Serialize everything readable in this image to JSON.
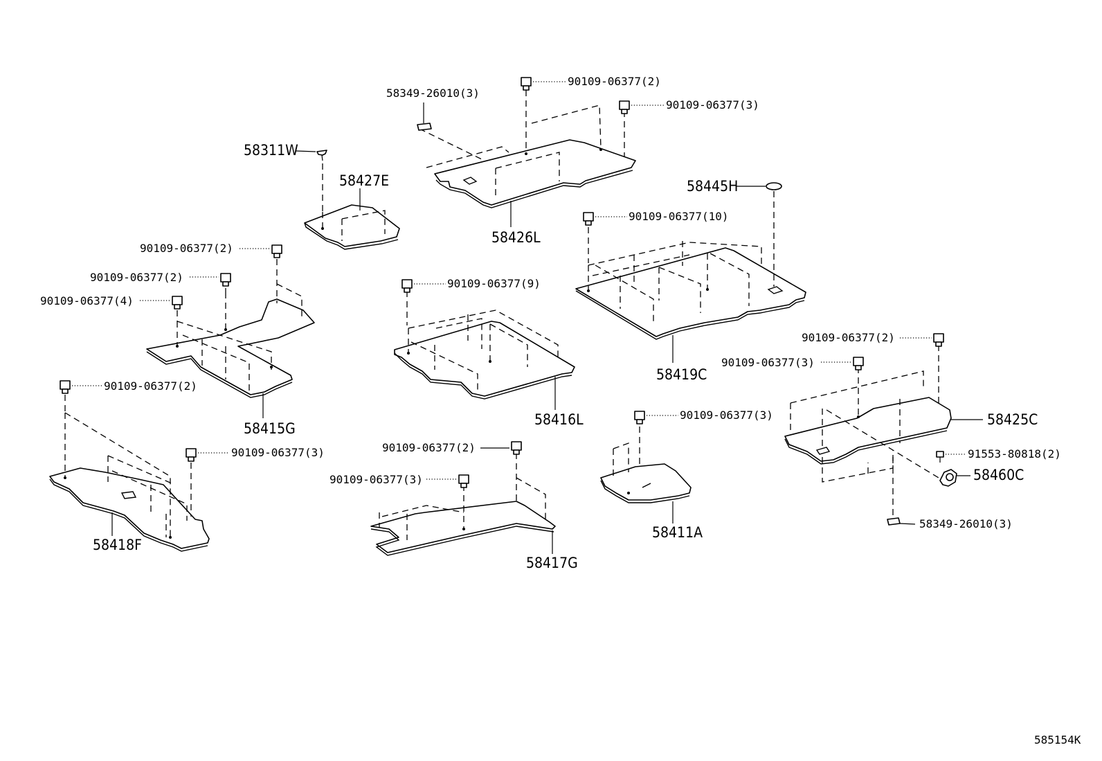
{
  "fastener_labels": [
    "58349-26010(3)",
    "90109-06377(2)",
    "90109-06377(3)",
    "90109-06377(10)",
    "90109-06377(2)",
    "90109-06377(2)",
    "90109-06377(4)",
    "90109-06377(9)",
    "90109-06377(2)",
    "90109-06377(3)",
    "90109-06377(2)",
    "90109-06377(3)",
    "90109-06377(3)",
    "90109-06377(2)",
    "90109-06377(3)",
    "91553-80818(2)",
    "58349-26010(3)"
  ],
  "part_labels": [
    "58311W",
    "58427E",
    "58426L",
    "58445H",
    "58419C",
    "58415G",
    "58416L",
    "58425C",
    "58460C",
    "58411A",
    "58418F",
    "58417G"
  ],
  "diagram_code": "585154K"
}
